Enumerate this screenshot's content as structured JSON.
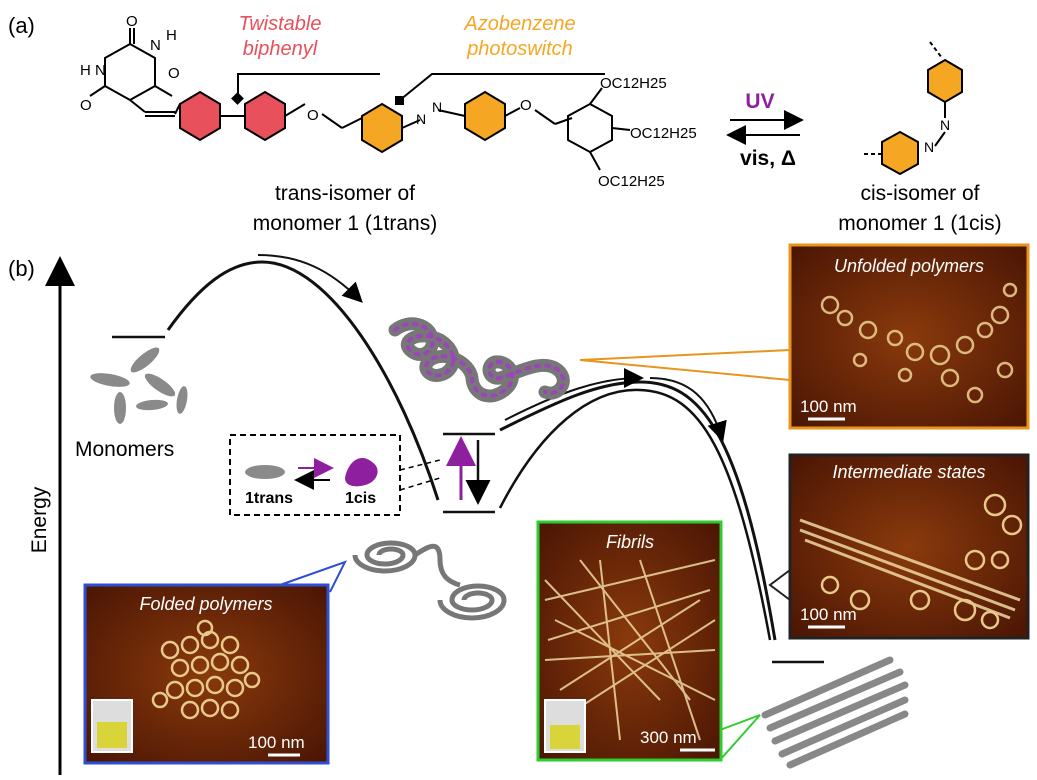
{
  "panel_a": {
    "label": "(a)",
    "twistable_line1": "Twistable",
    "twistable_line2": "biphenyl",
    "azo_line1": "Azobenzene",
    "azo_line2": "photoswitch",
    "uv": "UV",
    "vis": "vis, Δ",
    "trans_caption_l1": "trans-isomer of",
    "trans_caption_l2": "monomer 1 (1trans)",
    "cis_caption_l1": "cis-isomer of",
    "cis_caption_l2": "monomer 1 (1cis)",
    "atom_labels": {
      "o_top": "O",
      "n_h_top": "N",
      "h_top": "H",
      "o_left": "O",
      "n_left": "N",
      "h_left": "H",
      "o_right": "O",
      "o_bottom": "O",
      "o_ether1": "O",
      "n_azo1": "N",
      "n_azo2": "N",
      "o_ether2": "O",
      "n_cis1": "N",
      "n_cis2": "N",
      "chain1": "OC12H25",
      "chain2": "OC12H25",
      "chain3": "OC12H25"
    }
  },
  "panel_b": {
    "label": "(b)",
    "axis_label": "Energy",
    "monomers": "Monomers",
    "inset_trans": "1trans",
    "inset_cis": "1cis",
    "afm": {
      "unfolded": {
        "title": "Unfolded polymers",
        "scale": "100 nm"
      },
      "intermediate": {
        "title": "Intermediate states",
        "scale": "100 nm"
      },
      "fibrils": {
        "title": "Fibrils",
        "scale": "300 nm"
      },
      "folded": {
        "title": "Folded polymers",
        "scale": "100 nm"
      }
    }
  },
  "colors": {
    "biphenyl": "#e8505b",
    "azobenzene": "#f5a623",
    "photoswitch_arrow": "#8e1f9e",
    "unfolded_border": "#e8951e",
    "intermediate_border": "#222222",
    "fibrils_border": "#2ecc2e",
    "folded_border": "#2f4fd0"
  }
}
